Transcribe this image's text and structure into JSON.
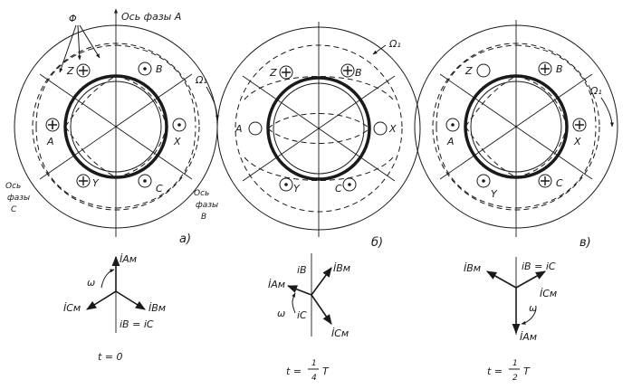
{
  "panels": [
    {
      "id": "a",
      "letter": "а)",
      "time": "t = 0",
      "flux_label": "Φ",
      "omega_label": "Ω₁",
      "axis_a_label": "Ось фазы A",
      "axis_c_label": [
        "Ось",
        "фазы",
        "C"
      ],
      "axis_b_label": [
        "Ось",
        "фазы",
        "B"
      ],
      "coils": [
        {
          "name": "A",
          "mark": "plus"
        },
        {
          "name": "Z",
          "mark": "plus"
        },
        {
          "name": "B",
          "mark": "dot"
        },
        {
          "name": "X",
          "mark": "dot"
        },
        {
          "name": "C",
          "mark": "dot"
        },
        {
          "name": "Y",
          "mark": "plus"
        }
      ],
      "phasor": {
        "labels": {
          "am": "İAм",
          "bm": "İBм",
          "cm": "İCм",
          "omega": "ω",
          "eq": "iB = iC"
        }
      }
    },
    {
      "id": "b",
      "letter": "б)",
      "time_parts": [
        "t =",
        "1",
        "4",
        "T"
      ],
      "omega_label": "Ω₁",
      "coils": [
        {
          "name": "A",
          "mark": "none"
        },
        {
          "name": "Z",
          "mark": "plus"
        },
        {
          "name": "B",
          "mark": "plus"
        },
        {
          "name": "X",
          "mark": "none"
        },
        {
          "name": "C",
          "mark": "dot"
        },
        {
          "name": "Y",
          "mark": "dot"
        }
      ],
      "phasor": {
        "labels": {
          "am": "İAм",
          "bm": "İBм",
          "cm": "İCм",
          "omega": "ω",
          "ib": "iB",
          "ic": "iC"
        }
      }
    },
    {
      "id": "c",
      "letter": "в)",
      "time_parts": [
        "t =",
        "1",
        "2",
        "T"
      ],
      "omega_label": "Ω₁",
      "coils": [
        {
          "name": "A",
          "mark": "dot"
        },
        {
          "name": "Z",
          "mark": "none"
        },
        {
          "name": "B",
          "mark": "plus"
        },
        {
          "name": "X",
          "mark": "plus"
        },
        {
          "name": "C",
          "mark": "plus"
        },
        {
          "name": "Y",
          "mark": "dot"
        }
      ],
      "phasor": {
        "labels": {
          "am": "İAм",
          "bm": "İBм",
          "cm": "İCм",
          "omega": "ω",
          "eq": "iB = iC"
        }
      }
    }
  ]
}
